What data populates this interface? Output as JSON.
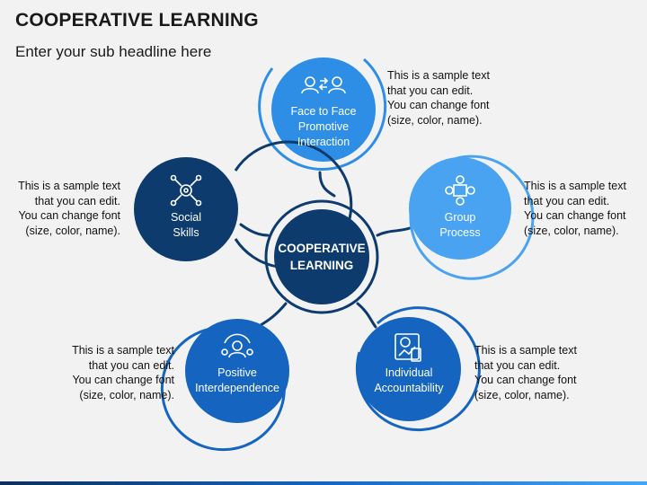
{
  "header": {
    "title": "COOPERATIVE LEARNING",
    "subtitle": "Enter your sub headline here"
  },
  "center": {
    "line1": "COOPERATIVE",
    "line2": "LEARNING"
  },
  "colors": {
    "dark": "#0d3b6e",
    "medium": "#1565c0",
    "light": "#2e8ee6",
    "lighter": "#4aa3f0",
    "center": "#0d3b6e"
  },
  "nodes": [
    {
      "id": "face",
      "icon": "people-exchange-icon",
      "lines": [
        "Face to Face",
        "Promotive",
        "Interaction"
      ]
    },
    {
      "id": "group",
      "icon": "group-network-icon",
      "lines": [
        "Group",
        "Process"
      ]
    },
    {
      "id": "individual",
      "icon": "accountability-calculator-icon",
      "lines": [
        "Individual",
        "Accountability"
      ]
    },
    {
      "id": "positive",
      "icon": "person-gears-icon",
      "lines": [
        "Positive",
        "Interdependence"
      ]
    },
    {
      "id": "social",
      "icon": "social-network-icon",
      "lines": [
        "Social",
        "Skills"
      ]
    }
  ],
  "descriptions": {
    "face": [
      "This is a sample text",
      "that you can edit.",
      "You can change font",
      "(size, color, name)."
    ],
    "group": [
      "This is a sample text",
      "that you can edit.",
      "You can change font",
      "(size, color, name)."
    ],
    "individual": [
      "This is a sample text",
      "that you can edit.",
      "You can change font",
      "(size, color, name)."
    ],
    "positive": [
      "This is a sample text",
      "that you can edit.",
      "You can change font",
      "(size, color, name)."
    ],
    "social": [
      "This is a sample text",
      "that you can edit.",
      "You can change font",
      "(size, color, name)."
    ]
  }
}
